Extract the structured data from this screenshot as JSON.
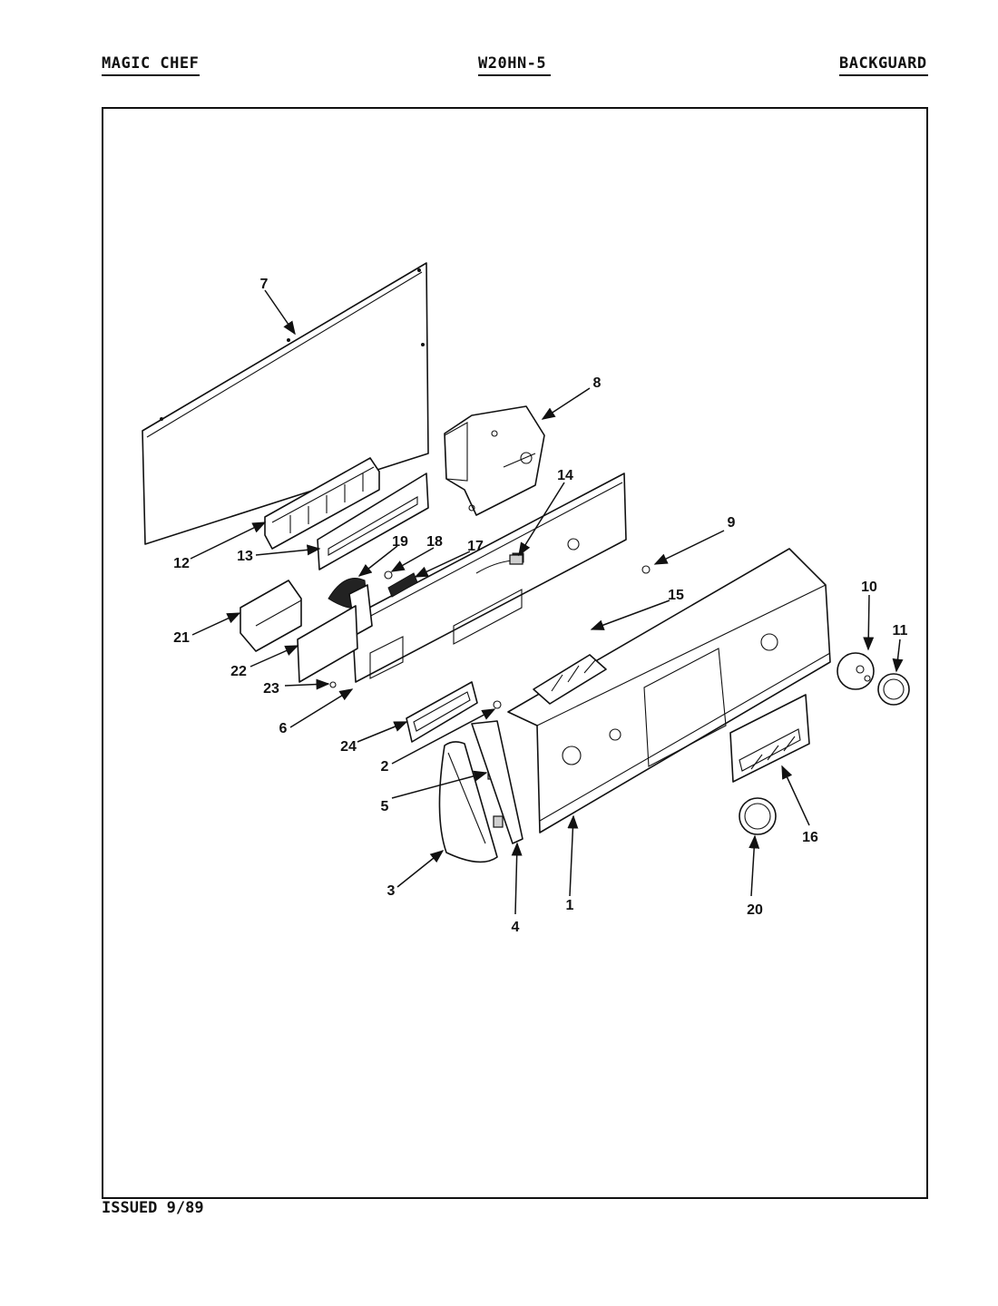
{
  "header": {
    "brand": "MAGIC CHEF",
    "model": "W20HN-5",
    "section": "BACKGUARD"
  },
  "footer": {
    "issued": "ISSUED 9/89"
  },
  "callouts": {
    "c1": "1",
    "c2": "2",
    "c3": "3",
    "c4": "4",
    "c5": "5",
    "c6": "6",
    "c7": "7",
    "c8": "8",
    "c9": "9",
    "c10": "10",
    "c11": "11",
    "c12": "12",
    "c13": "13",
    "c14": "14",
    "c15": "15",
    "c16": "16",
    "c17": "17",
    "c18": "18",
    "c19": "19",
    "c20": "20",
    "c21": "21",
    "c22": "22",
    "c23": "23",
    "c24": "24"
  }
}
